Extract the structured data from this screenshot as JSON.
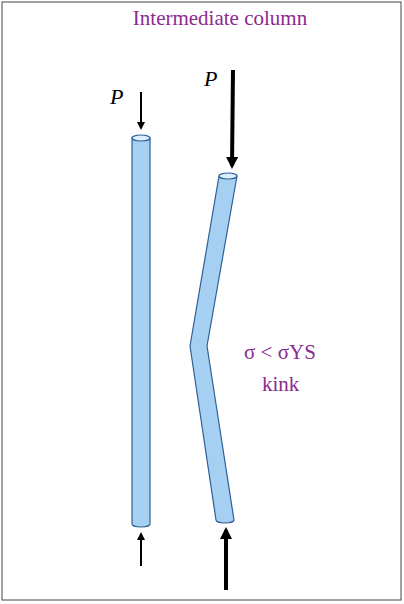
{
  "diagram": {
    "title": "Intermediate column",
    "labels": [
      "P",
      "P",
      "σ < σYS",
      "kink"
    ]
  }
}
